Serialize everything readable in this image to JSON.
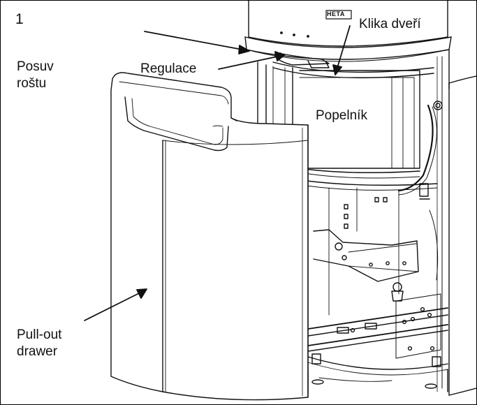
{
  "figure_number": "1",
  "brand_badge": "HETA",
  "labels": {
    "posuv_line1": "Posuv",
    "posuv_line2": "roštu",
    "regulace": "Regulace",
    "klika_dveri": "Klika dveří",
    "popelnik": "Popelník",
    "pullout_line1": "Pull-out",
    "pullout_line2": "drawer"
  }
}
